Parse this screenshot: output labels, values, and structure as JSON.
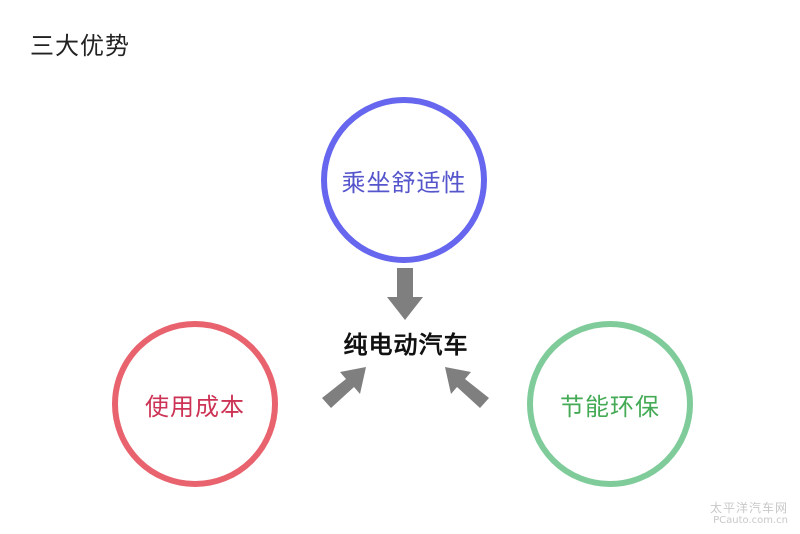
{
  "title": "三大优势",
  "center": "纯电动汽车",
  "nodes": {
    "top": {
      "label": "乘坐舒适性",
      "color": "#6666ee",
      "text_color": "#5555cc"
    },
    "left": {
      "label": "使用成本",
      "color": "#e8636e",
      "text_color": "#cc3355"
    },
    "right": {
      "label": "节能环保",
      "color": "#7fcc9a",
      "text_color": "#44aa55"
    }
  },
  "arrow_color": "#7f7f7f",
  "watermark": {
    "cn": "太平洋汽车网",
    "en": "PCauto.com.cn"
  }
}
